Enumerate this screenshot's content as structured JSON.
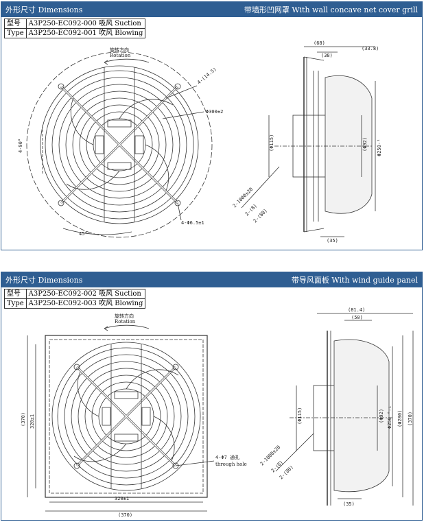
{
  "colors": {
    "header": "#2f5e92",
    "line": "#333333",
    "fill": "#f2f2f2"
  },
  "panels": [
    {
      "title_left": "外形尺寸 Dimensions",
      "title_right": "带墙形凹网罩 With wall concave net cover grill",
      "type_label_cn": "型号",
      "type_label_en": "Type",
      "model_1": "A3P250-EC092-000 吸风 Suction",
      "model_2": "A3P250-EC092-001 吹风 Blowing",
      "rotation_cn": "旋转方向",
      "rotation_en": "Rotation",
      "dims": {
        "angle_4": "4-(14.5)",
        "dia_300": "Φ300±2",
        "angle_90": "4-90°",
        "holes": "4-Φ6.5±1",
        "angle_45": "45°",
        "w68": "(68)",
        "w38": "(38)",
        "w338": "(33.8)",
        "d115": "(Φ115)",
        "d92": "(Φ92)",
        "d250": "Φ250-¹",
        "cable1": "2-1000±20",
        "cable2": "2-(8)",
        "cable3": "2-(80)",
        "w35": "(35)"
      }
    },
    {
      "title_left": "外形尺寸 Dimensions",
      "title_right": "带导风面板 With wind guide panel",
      "type_label_cn": "型号",
      "type_label_en": "Type",
      "model_1": "A3P250-EC092-002 吸风 Suction",
      "model_2": "A3P250-EC092-003 吹风 Blowing",
      "rotation_cn": "旋转方向",
      "rotation_en": "Rotation",
      "dims": {
        "h370": "(370)",
        "h320": "320±1",
        "holes": "4-Φ7 通孔",
        "through": "through hole",
        "w320": "320±1",
        "w370": "(370)",
        "w814": "(81.4)",
        "w50": "(50)",
        "d115": "(Φ115)",
        "d92": "(Φ92)",
        "d250": "Φ250 ⁰₋₁",
        "d280": "(Φ280)",
        "v370": "(370)",
        "cable1": "2-1000±20",
        "cable2": "2-(8)",
        "cable3": "2-(80)",
        "w35": "(35)"
      }
    }
  ]
}
